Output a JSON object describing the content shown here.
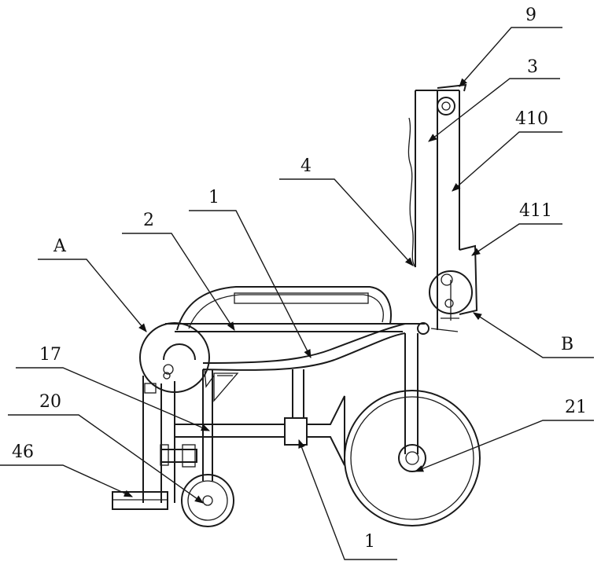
{
  "figure": {
    "labels": {
      "l9": "9",
      "l3": "3",
      "l410": "410",
      "l4": "4",
      "l1a": "1",
      "l2": "2",
      "l411": "411",
      "lA": "A",
      "lB": "B",
      "l17": "17",
      "l21": "21",
      "l20": "20",
      "l46": "46",
      "l1b": "1"
    }
  }
}
